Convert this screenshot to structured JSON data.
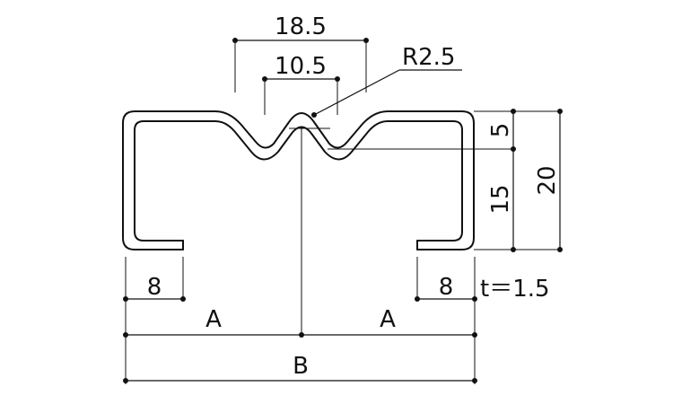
{
  "labels": {
    "top_width": "18.5",
    "wave_width": "10.5",
    "radius": "R2.5",
    "depth": "5",
    "inner_height": "15",
    "total_height": "20",
    "left_lip": "8",
    "right_lip": "8",
    "thickness": "t＝1.5",
    "half_left": "A",
    "half_right": "A",
    "total_width": "B"
  }
}
